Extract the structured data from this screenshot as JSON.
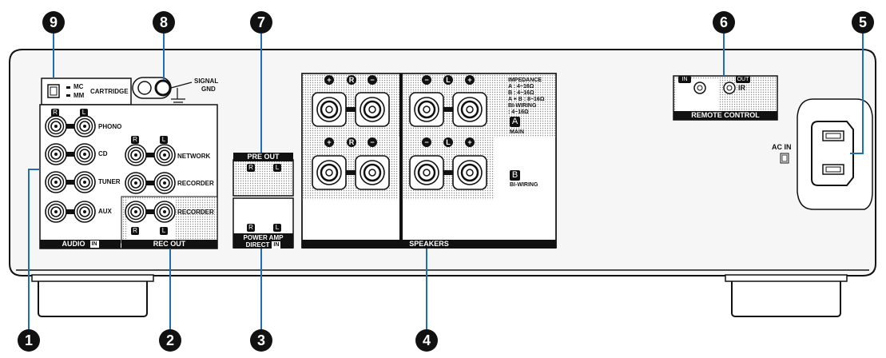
{
  "callouts": [
    "1",
    "2",
    "3",
    "4",
    "5",
    "6",
    "7",
    "8",
    "9"
  ],
  "cartridge": {
    "mc": "MC",
    "mm": "MM",
    "label": "CARTRIDGE"
  },
  "signal_gnd": {
    "line1": "SIGNAL",
    "line2": "GND"
  },
  "audio_in": {
    "channel_r": "R",
    "channel_l": "L",
    "rows_left": [
      "PHONO",
      "CD",
      "TUNER",
      "AUX"
    ],
    "rows_right": [
      "NETWORK",
      "RECORDER"
    ],
    "footer": "AUDIO",
    "footer_badge": "IN"
  },
  "rec_out": {
    "row": "RECORDER",
    "footer": "REC OUT",
    "channel_r": "R",
    "channel_l": "L"
  },
  "pre_out": {
    "title": "PRE OUT",
    "channel_r": "R",
    "channel_l": "L"
  },
  "power_amp": {
    "line1": "POWER AMP",
    "line2": "DIRECT",
    "badge": "IN",
    "channel_r": "R",
    "channel_l": "L"
  },
  "speakers": {
    "footer": "SPEAKERS",
    "plus": "+",
    "minus": "−",
    "r": "R",
    "l": "L",
    "impedance": [
      "IMPEDANCE",
      "A        : 4~16Ω",
      "B        : 4~16Ω",
      "A + B  : 8~16Ω",
      "BI-WIRING",
      "             : 4~16Ω"
    ],
    "a_badge": "A",
    "a_label": "MAIN",
    "b_badge": "B",
    "b_label": "BI-WIRING"
  },
  "remote": {
    "in_badge": "IN",
    "out_badge": "OUT",
    "ir": "IR",
    "footer": "REMOTE CONTROL"
  },
  "ac_in": "AC IN",
  "colors": {
    "callout_line": "#1f6fb2",
    "panel_fill": "#f4f4f4",
    "dot_fill": "#d9d9d9",
    "ink": "#111111"
  }
}
